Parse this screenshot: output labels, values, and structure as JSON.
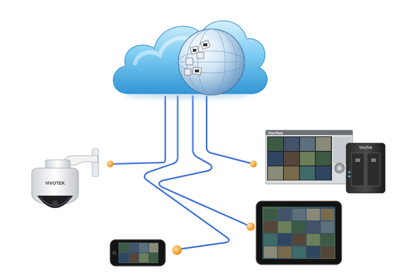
{
  "camera": {
    "brand": "VIVOTEK"
  },
  "monitor": {
    "title": "VivoView"
  },
  "nas": {
    "brand": "VivoTek"
  },
  "colors": {
    "cloud_light": "#bfe6fb",
    "cloud_mid": "#6cc3ef",
    "cloud_dark": "#2f93d2",
    "cable": "#3b6fd6",
    "connector": "#f39a1f",
    "device_dark": "#1b1b1b"
  },
  "icons": [
    "cloud-icon",
    "globe-icon",
    "camera-icon",
    "monitor-icon",
    "nas-icon",
    "tablet-icon",
    "phone-icon"
  ]
}
